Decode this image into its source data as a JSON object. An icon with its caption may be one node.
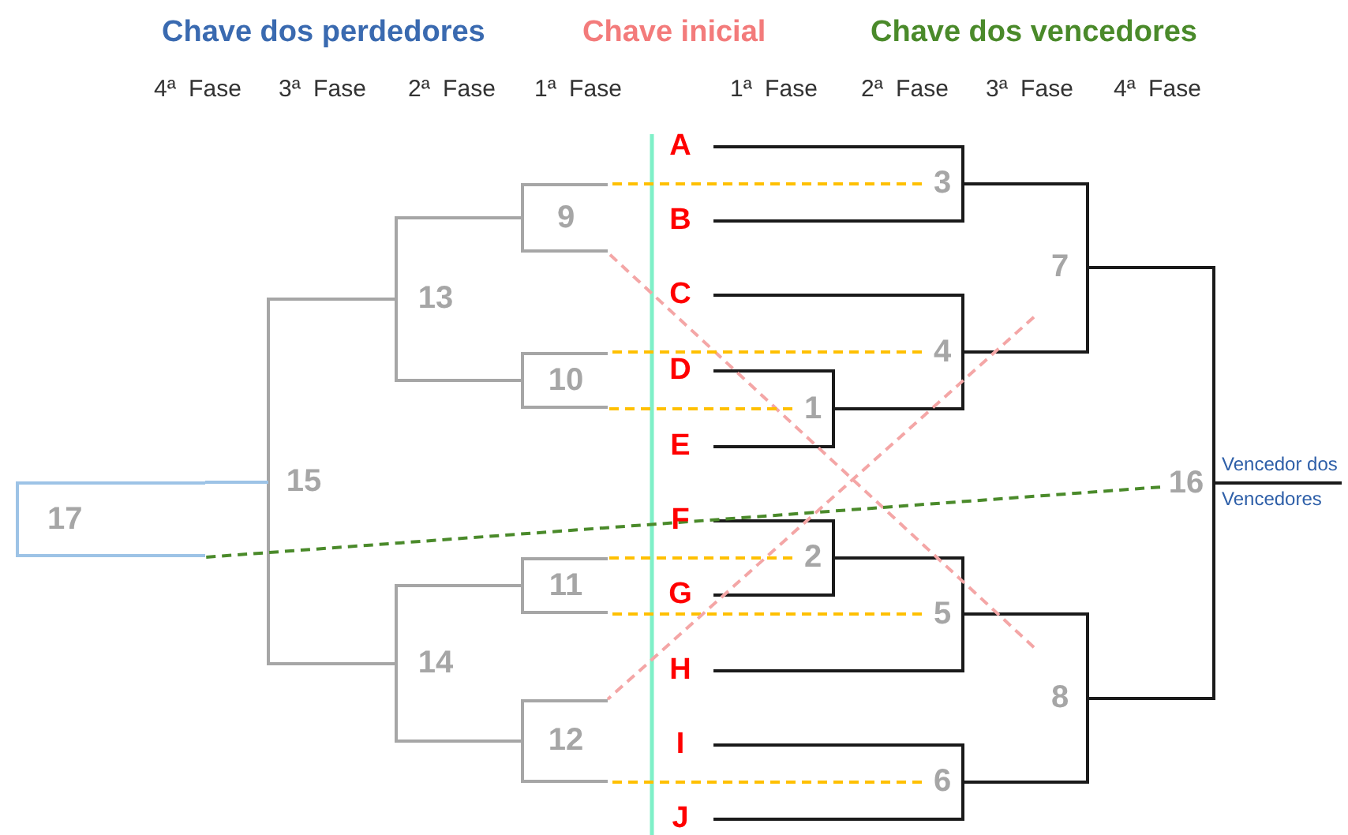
{
  "diagram": {
    "nodes": [
      {
        "text": [
          "A"
        ]
      },
      {
        "text": [
          "B"
        ]
      },
      {
        "text": [
          "C"
        ]
      },
      {
        "text": [
          "D"
        ]
      },
      {
        "text": [
          "E"
        ]
      },
      {
        "text": [
          "F"
        ]
      },
      {
        "text": [
          "G"
        ]
      },
      {
        "text": [
          "H"
        ]
      },
      {
        "text": [
          "I"
        ]
      },
      {
        "text": [
          "J"
        ]
      },
      {
        "text": [
          "1"
        ]
      },
      {
        "text": [
          "2"
        ]
      },
      {
        "text": [
          "3"
        ]
      },
      {
        "text": [
          "4"
        ]
      },
      {
        "text": [
          "5"
        ]
      },
      {
        "text": [
          "6"
        ]
      },
      {
        "text": [
          "7"
        ]
      },
      {
        "text": [
          "8"
        ]
      },
      {
        "text": [
          "9"
        ]
      },
      {
        "text": [
          "10"
        ]
      },
      {
        "text": [
          "11"
        ]
      },
      {
        "text": [
          "12"
        ]
      },
      {
        "text": [
          "13"
        ]
      },
      {
        "text": [
          "14"
        ]
      },
      {
        "text": [
          "15"
        ]
      },
      {
        "text": [
          "16"
        ],
        "beside": [
          "Vencedor dos Vencedores"
        ]
      },
      {
        "text": [
          "17"
        ]
      }
    ],
    "edges": [
      {
        "from": 3,
        "to": 10,
        "arrow": "none"
      },
      {
        "from": 4,
        "to": 10,
        "arrow": "none"
      },
      {
        "from": 5,
        "to": 11,
        "arrow": "none"
      },
      {
        "from": 6,
        "to": 11,
        "arrow": "none"
      },
      {
        "from": 0,
        "to": 12,
        "arrow": "none"
      },
      {
        "from": 1,
        "to": 12,
        "arrow": "none"
      },
      {
        "from": 2,
        "to": 13,
        "arrow": "none"
      },
      {
        "from": 10,
        "to": 13,
        "arrow": "none"
      },
      {
        "from": 11,
        "to": 14,
        "arrow": "none"
      },
      {
        "from": 7,
        "to": 14,
        "arrow": "none"
      },
      {
        "from": 8,
        "to": 15,
        "arrow": "none"
      },
      {
        "from": 9,
        "to": 15,
        "arrow": "none"
      },
      {
        "from": 12,
        "to": 16,
        "arrow": "none"
      },
      {
        "from": 13,
        "to": 16,
        "arrow": "none"
      },
      {
        "from": 14,
        "to": 17,
        "arrow": "none"
      },
      {
        "from": 15,
        "to": 17,
        "arrow": "none"
      },
      {
        "from": 16,
        "to": 25,
        "arrow": "none"
      },
      {
        "from": 17,
        "to": 25,
        "arrow": "none"
      },
      {
        "from": 25,
        "to": null,
        "arrow": "none"
      },
      {
        "from": 12,
        "to": 18,
        "arrow": "none",
        "style": "dashed",
        "color": "#ffc000"
      },
      {
        "from": 17,
        "to": 18,
        "arrow": "none",
        "style": "dashed",
        "color": "#f4a6a6"
      },
      {
        "from": 13,
        "to": 19,
        "arrow": "none",
        "style": "dashed",
        "color": "#ffc000"
      },
      {
        "from": 10,
        "to": 19,
        "arrow": "none",
        "style": "dashed",
        "color": "#ffc000"
      },
      {
        "from": 11,
        "to": 20,
        "arrow": "none",
        "style": "dashed",
        "color": "#ffc000"
      },
      {
        "from": 14,
        "to": 20,
        "arrow": "none",
        "style": "dashed",
        "color": "#ffc000"
      },
      {
        "from": 16,
        "to": 21,
        "arrow": "none",
        "style": "dashed",
        "color": "#f4a6a6"
      },
      {
        "from": 15,
        "to": 21,
        "arrow": "none",
        "style": "dashed",
        "color": "#ffc000"
      },
      {
        "from": 18,
        "to": 22,
        "arrow": "none",
        "color": "#a6a6a6"
      },
      {
        "from": 19,
        "to": 22,
        "arrow": "none",
        "color": "#a6a6a6"
      },
      {
        "from": 20,
        "to": 23,
        "arrow": "none",
        "color": "#a6a6a6"
      },
      {
        "from": 21,
        "to": 23,
        "arrow": "none",
        "color": "#a6a6a6"
      },
      {
        "from": 22,
        "to": 24,
        "arrow": "none",
        "color": "#a6a6a6"
      },
      {
        "from": 23,
        "to": 24,
        "arrow": "none",
        "color": "#a6a6a6"
      },
      {
        "from": 24,
        "to": 26,
        "arrow": "none",
        "color": "#9dc3e6"
      },
      {
        "from": 25,
        "to": 26,
        "arrow": "none",
        "style": "dashed",
        "color": "#4a8a2a"
      }
    ],
    "labels": [
      "Chave dos perdedores",
      "Chave inicial",
      "Chave dos vencedores",
      "4ª Fase",
      "3ª Fase",
      "2ª Fase",
      "1ª Fase",
      "1ª Fase",
      "2ª Fase",
      "3ª Fase",
      "4ª Fase"
    ]
  }
}
